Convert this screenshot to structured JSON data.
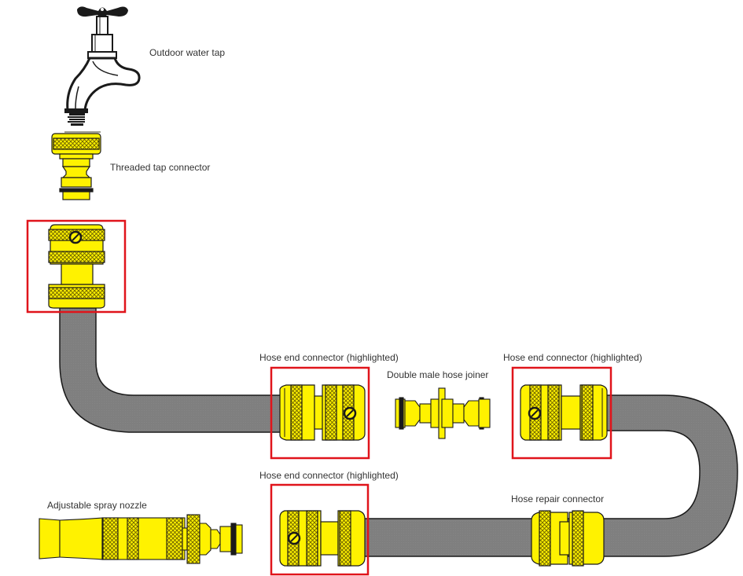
{
  "colors": {
    "brass": "#fff200",
    "outline": "#1a1a1a",
    "hose": "#7f7f7f",
    "highlight": "#e0141b",
    "oring": "#1a1a1a"
  },
  "components": [
    {
      "id": "tap",
      "label": "Outdoor water tap",
      "icon": "tap-icon"
    },
    {
      "id": "tap-connector",
      "label": "Threaded tap connector",
      "icon": "tap-connector-icon"
    },
    {
      "id": "hose-connector-1",
      "icon": "hose-connector-icon",
      "highlighted": true
    },
    {
      "id": "hose-connector-2",
      "label": "Hose end connector (highlighted)",
      "icon": "hose-connector-icon",
      "highlighted": true
    },
    {
      "id": "double-male-joiner",
      "label": "Double male hose joiner",
      "icon": "joiner-icon"
    },
    {
      "id": "hose-connector-3",
      "label": "Hose end connector (highlighted)",
      "icon": "hose-connector-icon",
      "highlighted": true
    },
    {
      "id": "hose-connector-4",
      "label": "Hose end connector (highlighted)",
      "icon": "hose-connector-icon",
      "highlighted": true
    },
    {
      "id": "hose-repair",
      "label": "Hose repair connector",
      "icon": "hose-repair-icon"
    },
    {
      "id": "spray-nozzle",
      "label": "Adjustable spray nozzle",
      "icon": "spray-nozzle-icon"
    }
  ]
}
